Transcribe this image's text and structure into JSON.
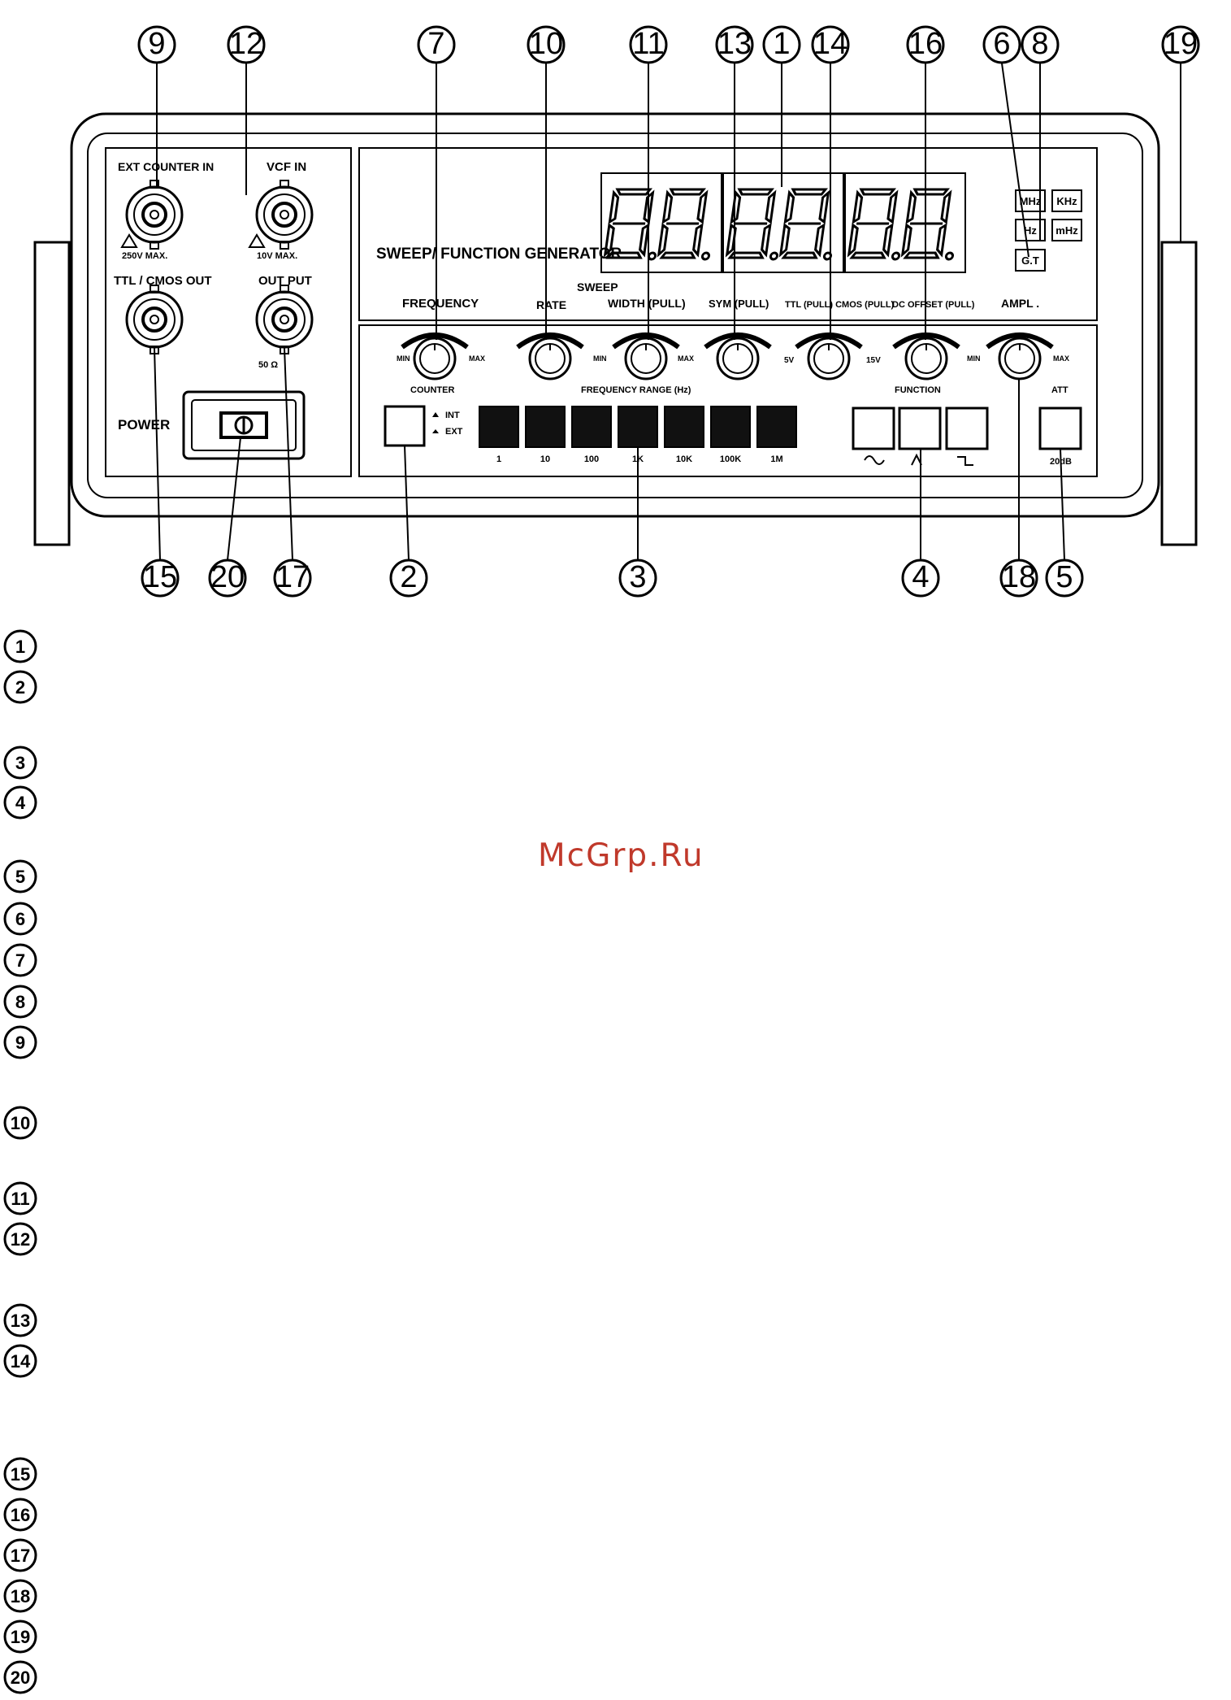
{
  "panel": {
    "title": "SWEEP/ FUNCTION GENERATOR",
    "sweep_label": "SWEEP",
    "connectors": {
      "ext_counter_in": "EXT COUNTER IN",
      "vcf_in": "VCF IN",
      "ttl_cmos_out": "TTL / CMOS OUT",
      "output": "OUT PUT",
      "max_250v": "250V MAX.",
      "max_10v": "10V MAX.",
      "ohm_50": "50 Ω",
      "power": "POWER"
    },
    "knob_labels": {
      "frequency": "FREQUENCY",
      "rate": "RATE",
      "width": "WIDTH (PULL)",
      "sym": "SYM (PULL)",
      "ttl_cmos": "TTL (PULL) CMOS (PULL)",
      "dc_offset": "DC OFFSET (PULL)",
      "ampl": "AMPL .",
      "min": "MIN",
      "max": "MAX",
      "v5": "5V",
      "v15": "15V",
      "counter": "COUNTER",
      "function": "FUNCTION",
      "att": "ATT",
      "att_db": "20dB"
    },
    "counter_switch": {
      "int": "INT",
      "ext": "EXT"
    },
    "frequency_range": {
      "title": "FREQUENCY RANGE (Hz)",
      "ranges": [
        "1",
        "10",
        "100",
        "1K",
        "10K",
        "100K",
        "1M"
      ]
    },
    "units": [
      "MHz",
      "KHz",
      "Hz",
      "mHz",
      "G.T"
    ]
  },
  "callouts": {
    "top": [
      "9",
      "12",
      "7",
      "10",
      "11",
      "13",
      "1",
      "14",
      "16",
      "6",
      "8",
      "19"
    ],
    "bottom": [
      "15",
      "20",
      "17",
      "2",
      "3",
      "4",
      "18",
      "5"
    ]
  },
  "legend_numbers": [
    "1",
    "2",
    "3",
    "4",
    "5",
    "6",
    "7",
    "8",
    "9",
    "10",
    "11",
    "12",
    "13",
    "14",
    "15",
    "16",
    "17",
    "18",
    "19",
    "20"
  ],
  "watermark": "McGrp.Ru"
}
